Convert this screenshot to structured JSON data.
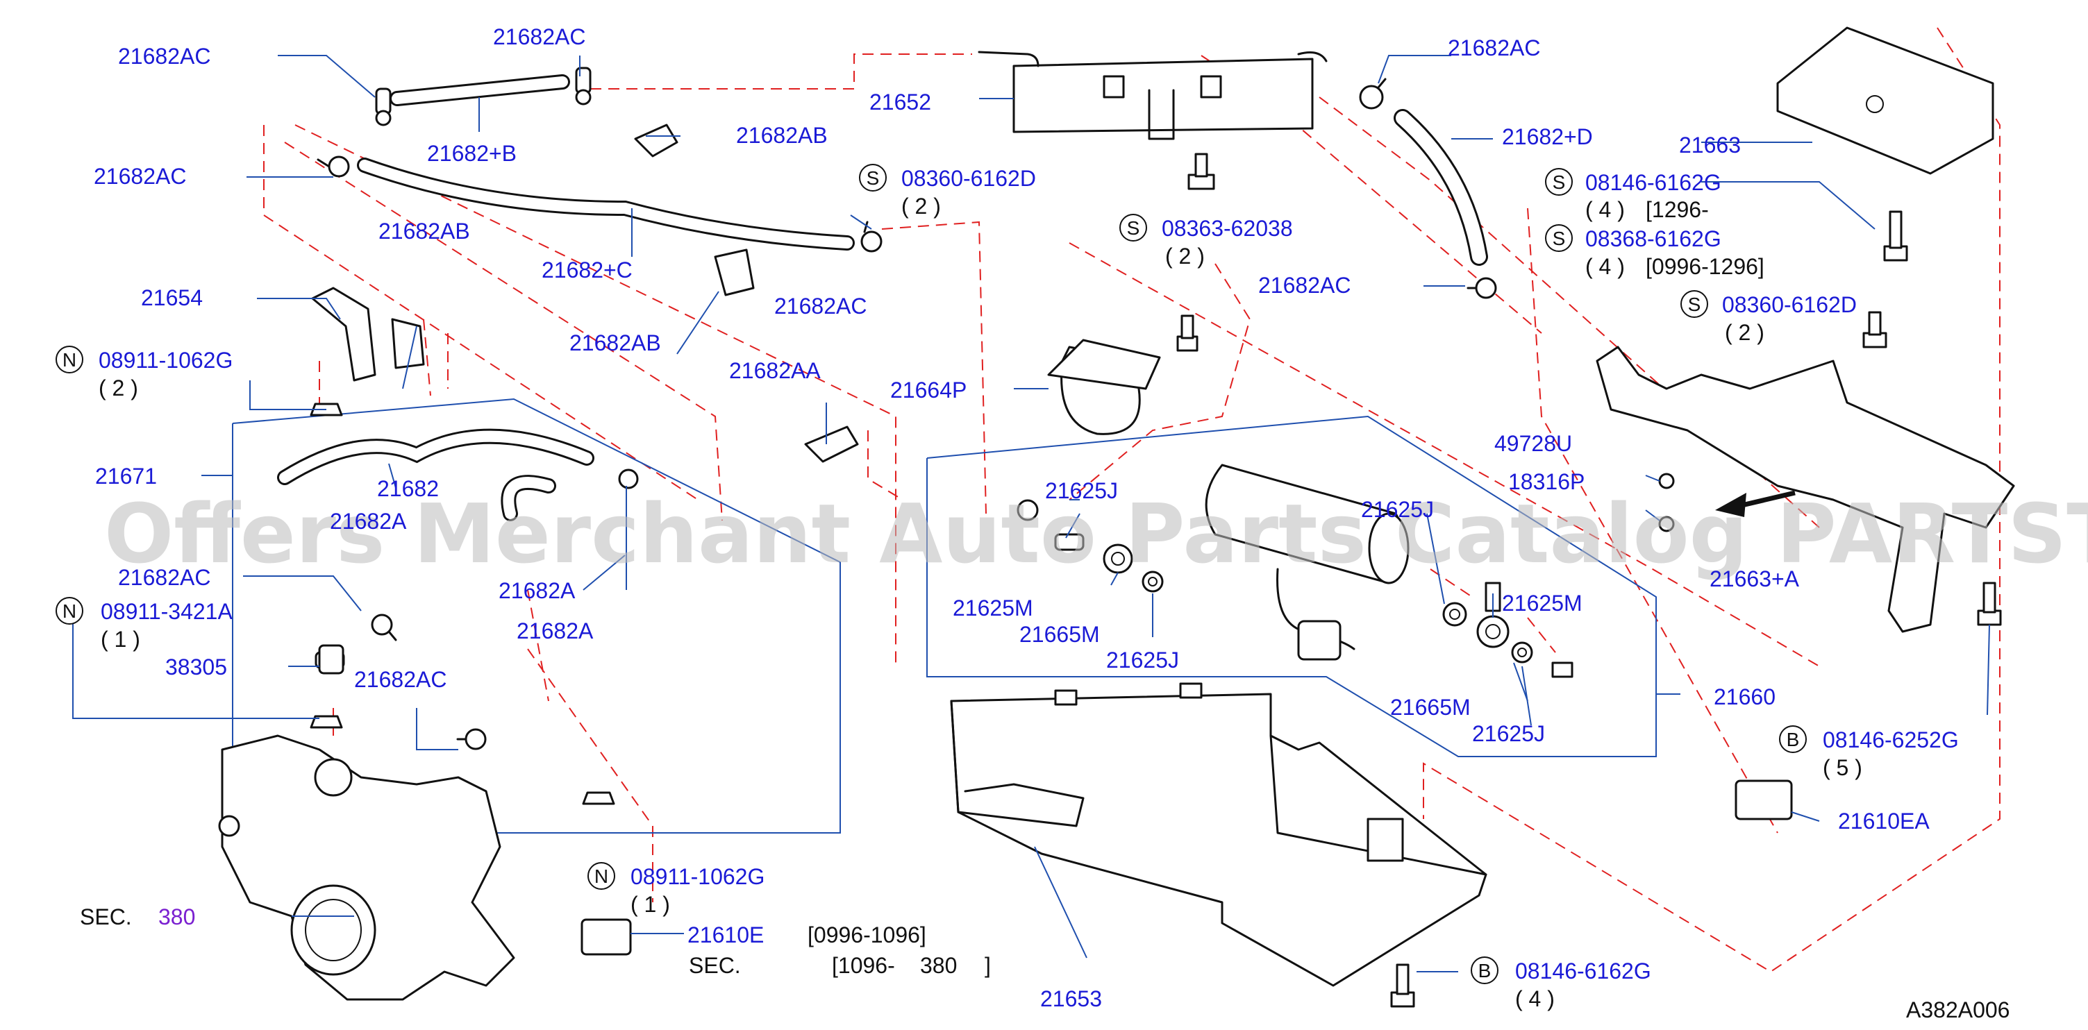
{
  "watermark": "Offers Merchant Auto Parts Catalog PARTSTORE.SA",
  "diagram_code": "A382A006",
  "labels": {
    "p21682AC_a": "21682AC",
    "p21682AC_b": "21682AC",
    "p21682AC_c": "21682AC",
    "p21682AC_d": "21682AC",
    "p21682AC_e": "21682AC",
    "p21682AC_f": "21682AC",
    "p21682AC_g": "21682AC",
    "p21682AC_h": "21682AC",
    "p21682B": "21682+B",
    "p21682C": "21682+C",
    "p21682D": "21682+D",
    "p21682AB_a": "21682AB",
    "p21682AB_b": "21682AB",
    "p21682AB_c": "21682AB",
    "p21682AA": "21682AA",
    "p21682": "21682",
    "p21682A_a": "21682A",
    "p21682A_b": "21682A",
    "p21682A_c": "21682A",
    "p21652": "21652",
    "p21663": "21663",
    "p21663A": "21663+A",
    "p21654": "21654",
    "p21671": "21671",
    "p21664P": "21664P",
    "p21660": "21660",
    "p21653": "21653",
    "p21625J_a": "21625J",
    "p21625J_b": "21625J",
    "p21625J_c": "21625J",
    "p21625J_d": "21625J",
    "p21625M_a": "21625M",
    "p21625M_b": "21625M",
    "p21665M_a": "21665M",
    "p21665M_b": "21665M",
    "p49728U": "49728U",
    "p18316P": "18316P",
    "p38305": "38305",
    "p21610EA": "21610EA",
    "p21610E": "21610E",
    "sec_a": "SEC.",
    "sec_a_num": "380",
    "sec_b": "SEC.",
    "date_1": "[0996-1096]",
    "date_2": "[1096-",
    "date_2_num": "380",
    "date_2_end": "]"
  },
  "fasteners": [
    {
      "symbol": "S",
      "part": "08360-6162D",
      "qty": "( 2 )"
    },
    {
      "symbol": "S",
      "part": "08363-62038",
      "qty": "( 2 )"
    },
    {
      "symbol": "S",
      "part": "08146-6162G",
      "qty": "( 4 )",
      "range": "[1296-"
    },
    {
      "symbol": "S",
      "part": "08368-6162G",
      "qty": "( 4 )",
      "range": "[0996-1296]"
    },
    {
      "symbol": "S",
      "part": "08360-6162D",
      "qty": "( 2 )"
    },
    {
      "symbol": "N",
      "part": "08911-1062G",
      "qty": "( 2 )"
    },
    {
      "symbol": "N",
      "part": "08911-3421A",
      "qty": "( 1 )"
    },
    {
      "symbol": "N",
      "part": "08911-1062G",
      "qty": "( 1 )"
    },
    {
      "symbol": "B",
      "part": "08146-6252G",
      "qty": "( 5 )"
    },
    {
      "symbol": "B",
      "part": "08146-6162G",
      "qty": "( 4 )"
    }
  ],
  "colors": {
    "label": "#1a1ad6",
    "leader": "#1f4fae",
    "dashed": "#e02020",
    "section": "#7a1fd0"
  }
}
